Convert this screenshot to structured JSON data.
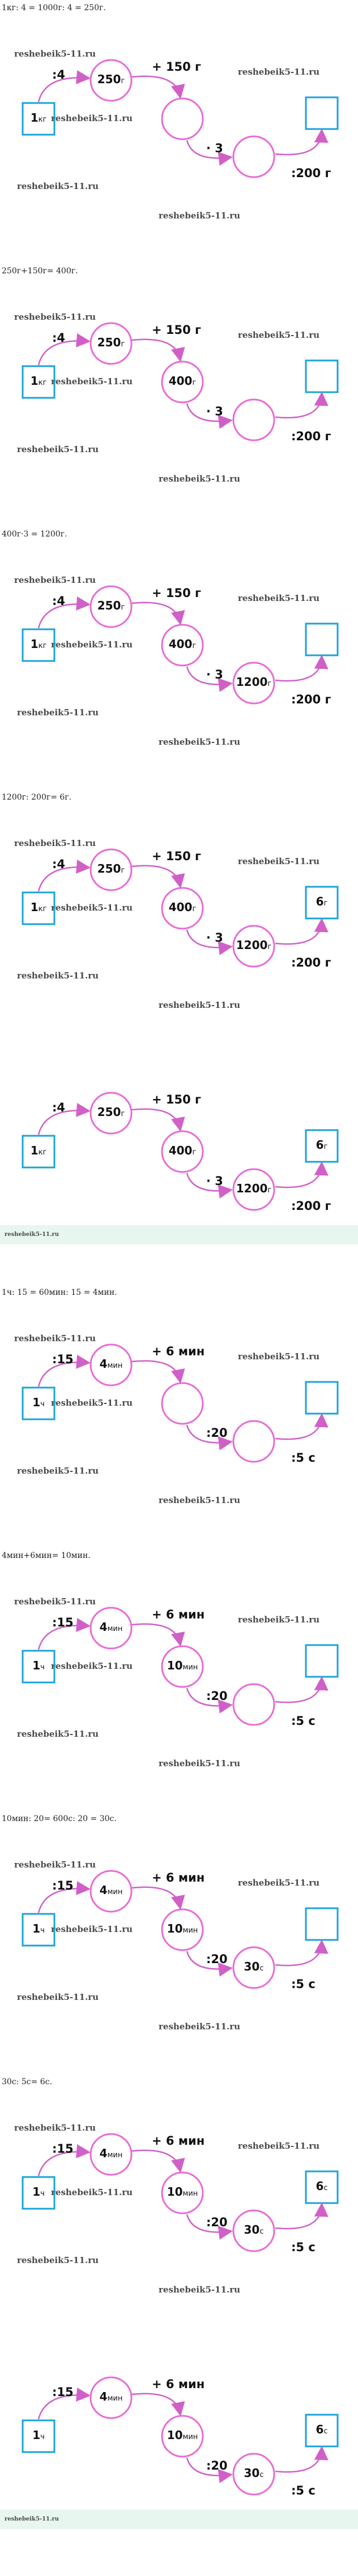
{
  "watermark": "reshebeik5-11.ru",
  "sections": [
    {
      "intro": "1кг: 4 = 1000г: 4 = 250г.",
      "band": false,
      "panels": [
        {
          "div_op": ":4",
          "add_op": "+ 150 г",
          "mul_op": "· 3",
          "sub_op": ":200 г",
          "left_value": "1",
          "left_unit": "кг",
          "n1_value": "250",
          "n1_unit": "г",
          "n2_value": "",
          "n2_unit": "",
          "n3_value": "",
          "n3_unit": "",
          "result_value": "",
          "result_unit": ""
        }
      ]
    },
    {
      "intro": "250г+150г= 400г.",
      "band": false,
      "panels": [
        {
          "div_op": ":4",
          "add_op": "+ 150 г",
          "mul_op": "· 3",
          "sub_op": ":200 г",
          "left_value": "1",
          "left_unit": "кг",
          "n1_value": "250",
          "n1_unit": "г",
          "n2_value": "400",
          "n2_unit": "г",
          "n3_value": "",
          "n3_unit": "",
          "result_value": "",
          "result_unit": ""
        }
      ]
    },
    {
      "intro": "400г·3 = 1200г.",
      "band": false,
      "panels": [
        {
          "div_op": ":4",
          "add_op": "+ 150 г",
          "mul_op": "· 3",
          "sub_op": ":200 г",
          "left_value": "1",
          "left_unit": "кг",
          "n1_value": "250",
          "n1_unit": "г",
          "n2_value": "400",
          "n2_unit": "г",
          "n3_value": "1200",
          "n3_unit": "г",
          "result_value": "",
          "result_unit": ""
        }
      ]
    },
    {
      "intro": "1200г: 200г= 6г.",
      "band": true,
      "panels": [
        {
          "div_op": ":4",
          "add_op": "+ 150 г",
          "mul_op": "· 3",
          "sub_op": ":200 г",
          "left_value": "1",
          "left_unit": "кг",
          "n1_value": "250",
          "n1_unit": "г",
          "n2_value": "400",
          "n2_unit": "г",
          "n3_value": "1200",
          "n3_unit": "г",
          "result_value": "6",
          "result_unit": "г"
        },
        {
          "div_op": ":4",
          "add_op": "+ 150 г",
          "mul_op": "· 3",
          "sub_op": ":200 г",
          "left_value": "1",
          "left_unit": "кг",
          "n1_value": "250",
          "n1_unit": "г",
          "n2_value": "400",
          "n2_unit": "г",
          "n3_value": "1200",
          "n3_unit": "г",
          "result_value": "6",
          "result_unit": "г"
        }
      ]
    },
    {
      "intro": "1ч: 15 = 60мин: 15 = 4мин.",
      "band": false,
      "panels": [
        {
          "div_op": ":15",
          "add_op": "+ 6 мин",
          "mul_op": ":20",
          "sub_op": ":5 с",
          "left_value": "1",
          "left_unit": "ч",
          "n1_value": "4",
          "n1_unit": "мин",
          "n2_value": "",
          "n2_unit": "",
          "n3_value": "",
          "n3_unit": "",
          "result_value": "",
          "result_unit": ""
        }
      ]
    },
    {
      "intro": "4мин+6мин= 10мин.",
      "band": false,
      "panels": [
        {
          "div_op": ":15",
          "add_op": "+ 6 мин",
          "mul_op": ":20",
          "sub_op": ":5 с",
          "left_value": "1",
          "left_unit": "ч",
          "n1_value": "4",
          "n1_unit": "мин",
          "n2_value": "10",
          "n2_unit": "мин",
          "n3_value": "",
          "n3_unit": "",
          "result_value": "",
          "result_unit": ""
        }
      ]
    },
    {
      "intro": "10мин: 20= 600с: 20 = 30с.",
      "band": false,
      "panels": [
        {
          "div_op": ":15",
          "add_op": "+ 6 мин",
          "mul_op": ":20",
          "sub_op": ":5 с",
          "left_value": "1",
          "left_unit": "ч",
          "n1_value": "4",
          "n1_unit": "мин",
          "n2_value": "10",
          "n2_unit": "мин",
          "n3_value": "30",
          "n3_unit": "с",
          "result_value": "",
          "result_unit": ""
        }
      ]
    },
    {
      "intro": "30с: 5с= 6с.",
      "band": true,
      "panels": [
        {
          "div_op": ":15",
          "add_op": "+ 6 мин",
          "mul_op": ":20",
          "sub_op": ":5 с",
          "left_value": "1",
          "left_unit": "ч",
          "n1_value": "4",
          "n1_unit": "мин",
          "n2_value": "10",
          "n2_unit": "мин",
          "n3_value": "30",
          "n3_unit": "с",
          "result_value": "6",
          "result_unit": "с"
        },
        {
          "div_op": ":15",
          "add_op": "+ 6 мин",
          "mul_op": ":20",
          "sub_op": ":5 с",
          "left_value": "1",
          "left_unit": "ч",
          "n1_value": "4",
          "n1_unit": "мин",
          "n2_value": "10",
          "n2_unit": "мин",
          "n3_value": "30",
          "n3_unit": "с",
          "result_value": "6",
          "result_unit": "с"
        }
      ]
    }
  ]
}
